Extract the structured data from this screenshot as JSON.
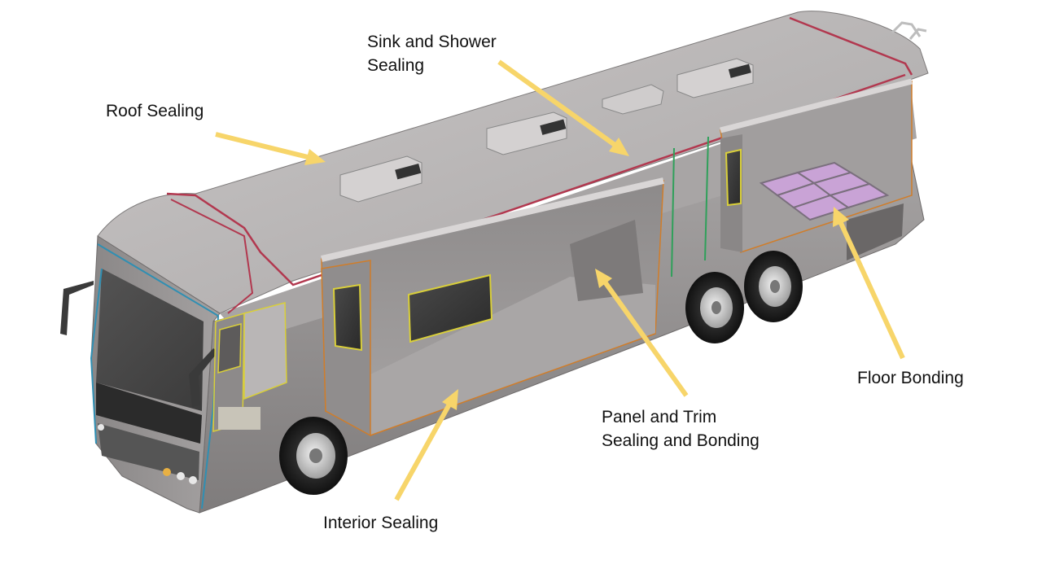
{
  "labels": {
    "sink": [
      "Sink and Shower",
      "Sealing"
    ],
    "roof": "Roof Sealing",
    "floor": "Floor Bonding",
    "panel": [
      "Panel and Trim",
      "Sealing and Bonding"
    ],
    "interior": "Interior Sealing"
  },
  "colors": {
    "arrow": "#f7d56a",
    "body": "#9a9797",
    "roof_seal": "#b2384f",
    "blue_seal": "#2f8fb3",
    "yellow_seal": "#d9cf3a",
    "orange_seal": "#d07d2a",
    "green_seal": "#2fa05a",
    "floor_tile": "#c9a3d6"
  }
}
